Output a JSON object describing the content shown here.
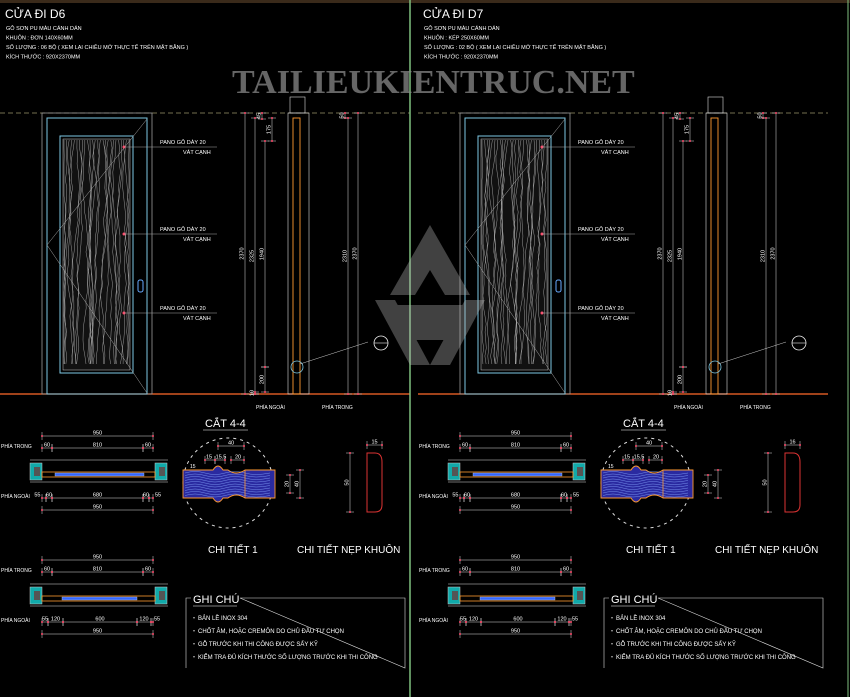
{
  "panels": [
    {
      "title": "CỬA ĐI D6",
      "specs": [
        "GỖ SƠN PU MÀU CÁNH DÁN",
        "KHUÔN : ĐƠN 140X60MM",
        "SỐ LƯỢNG : 06 BỘ ( XEM LẠI CHIỀU MỞ THỰC TẾ TRÊN MẶT BẰNG )",
        "KÍCH THƯỚC : 920X2370MM"
      ],
      "pano_label": "PANO GỖ DÀY 20",
      "pano_sub": "VÁT CẠNH",
      "side_dims": [
        "45",
        "175",
        "2370",
        "2325",
        "1940",
        "200",
        "10",
        "50",
        "2310",
        "2370"
      ],
      "outside": "PHÍA NGOÀI",
      "inside": "PHÍA TRONG",
      "section_title": "CẮT 4-4",
      "plan1_top": [
        "950",
        "60",
        "810",
        "60"
      ],
      "plan1_bottom": [
        "55",
        "60",
        "680",
        "60",
        "55",
        "950"
      ],
      "plan2_top": [
        "950",
        "60",
        "810",
        "60"
      ],
      "plan2_bottom": [
        "55",
        "120",
        "600",
        "120",
        "55",
        "950"
      ],
      "detail1_dims": [
        "40",
        "15",
        "15.5",
        "20",
        "20",
        "40",
        "15"
      ],
      "detail1_label": "CHI TIẾT 1",
      "nep_dims": [
        "15",
        "50"
      ],
      "nep_label": "CHI TIẾT NẸP KHUÔN",
      "notes_title": "GHI CHÚ",
      "notes": [
        "BẢN LỀ INOX 304",
        "CHỐT ÂM, HOẶC CREMÔN DO CHỦ ĐẦU TƯ CHỌN",
        "GỖ TRƯỚC KHI THI CÔNG ĐƯỢC SẤY KỸ",
        "KIỂM TRA ĐỦ KÍCH THƯỚC SỐ LƯỢNG TRƯỚC KHI THI CÔNG"
      ]
    },
    {
      "title": "CỬA ĐI D7",
      "specs": [
        "GỖ SƠN PU MÀU CÁNH DÁN",
        "KHUÔN : KÉP 250X60MM",
        "SỐ LƯỢNG : 02 BỘ ( XEM LẠI CHIỀU MỞ THỰC TẾ TRÊN MẶT BẰNG )",
        "KÍCH THƯỚC : 920X2370MM"
      ],
      "pano_label": "PANO GỖ DÀY 20",
      "pano_sub": "VÁT CẠNH",
      "side_dims": [
        "45",
        "175",
        "2370",
        "2325",
        "1940",
        "200",
        "10",
        "50",
        "2310",
        "2370"
      ],
      "outside": "PHÍA NGOÀI",
      "inside": "PHÍA TRONG",
      "section_title": "CẮT 4-4",
      "plan1_top": [
        "950",
        "60",
        "810",
        "60"
      ],
      "plan1_bottom": [
        "55",
        "60",
        "680",
        "60",
        "55",
        "950"
      ],
      "plan2_top": [
        "950",
        "60",
        "810",
        "60"
      ],
      "plan2_bottom": [
        "55",
        "120",
        "600",
        "120",
        "55",
        "950"
      ],
      "detail1_dims": [
        "40",
        "15",
        "15.5",
        "20",
        "20",
        "40",
        "15"
      ],
      "detail1_label": "CHI TIẾT 1",
      "nep_dims": [
        "16",
        "50"
      ],
      "nep_label": "CHI TIẾT NẸP KHUÔN",
      "notes_title": "GHI CHÚ",
      "notes": [
        "BẢN LỀ INOX 304",
        "CHỐT ÂM, HOẶC CREMÔN DO CHỦ ĐẦU TƯ CHỌN",
        "GỖ TRƯỚC KHI THI CÔNG ĐƯỢC SẤY KỸ",
        "KIỂM TRA ĐỦ KÍCH THƯỚC SỐ LƯỢNG TRƯỚC KHI THI CÔNG"
      ]
    }
  ],
  "watermark": "TAILIEUKIENTRUC.NET",
  "colors": {
    "frame": "#9a9a9a",
    "leaf": "#7ec8e3",
    "ground": "#ff6a2a",
    "dim": "#ff4d6d",
    "divider": "#7fbf7f",
    "wood": "#2a2aa0",
    "orange": "#ff9a30"
  }
}
